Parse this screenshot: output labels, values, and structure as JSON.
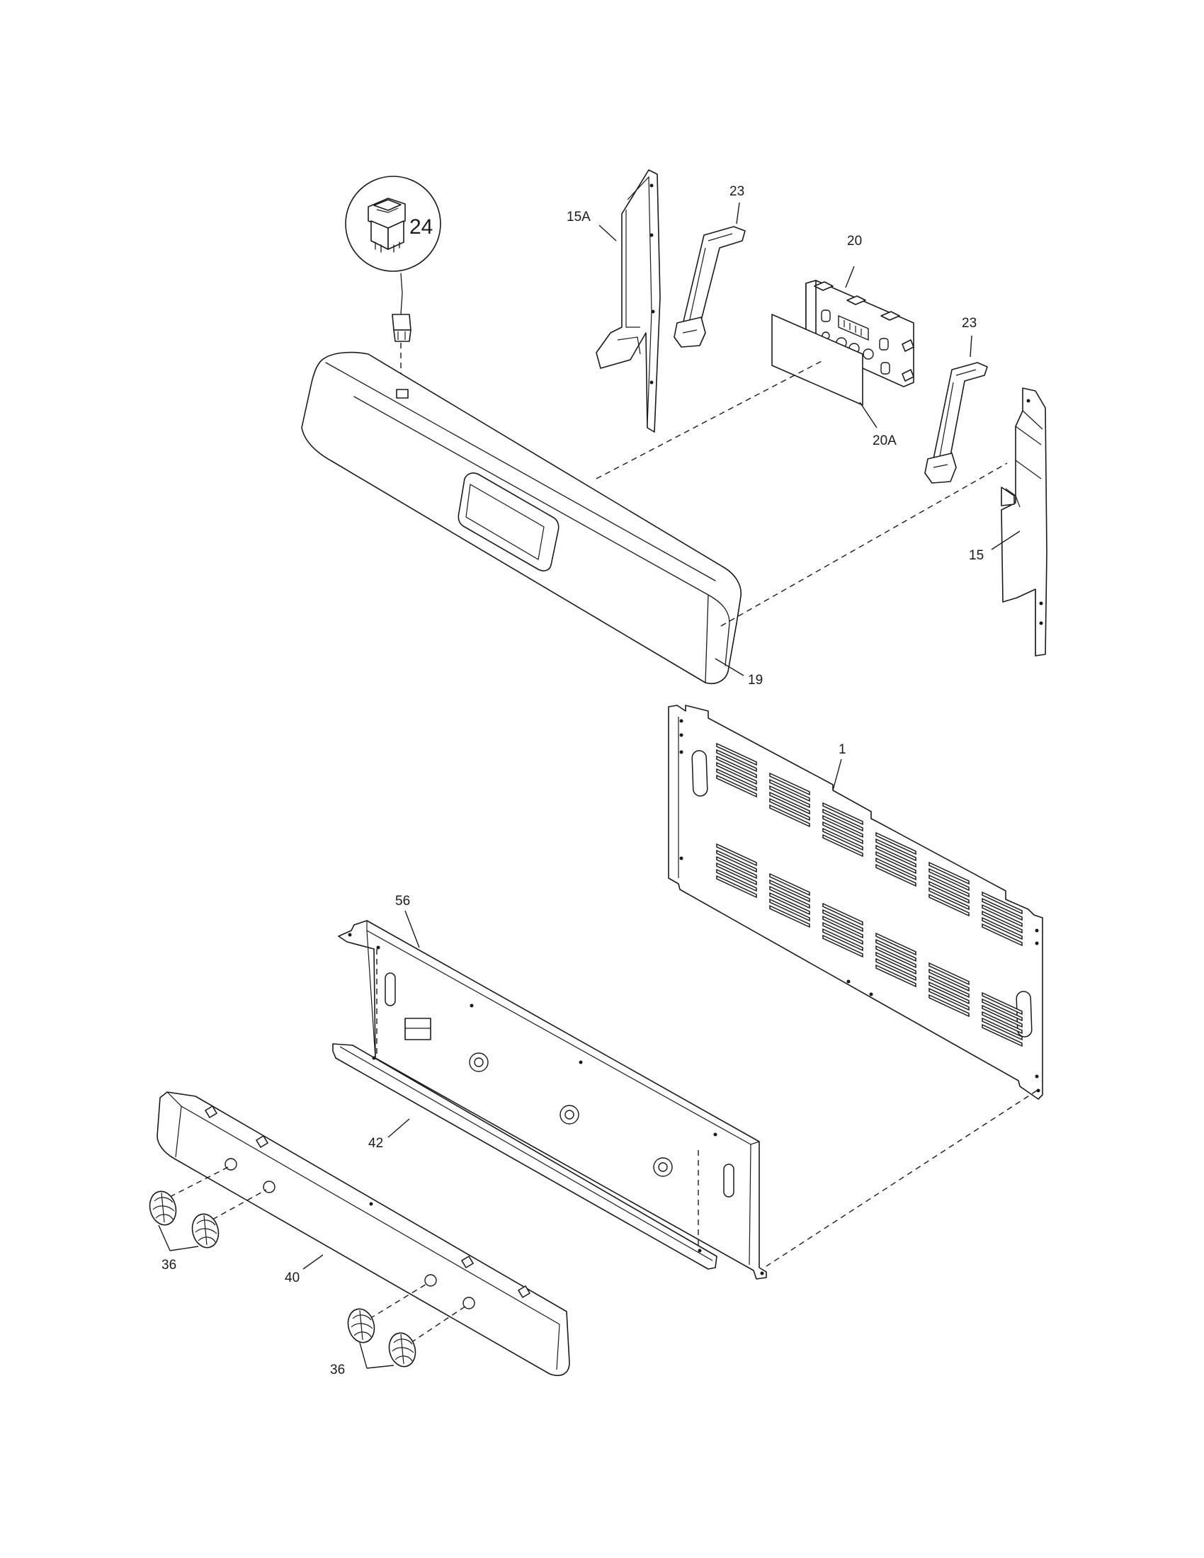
{
  "diagram": {
    "callouts": {
      "p1": "1",
      "p15": "15",
      "p15a": "15A",
      "p19": "19",
      "p20": "20",
      "p20a": "20A",
      "p23_left": "23",
      "p23_right": "23",
      "p24": "24",
      "p36_left": "36",
      "p36_right": "36",
      "p40": "40",
      "p42": "42",
      "p56": "56"
    }
  }
}
